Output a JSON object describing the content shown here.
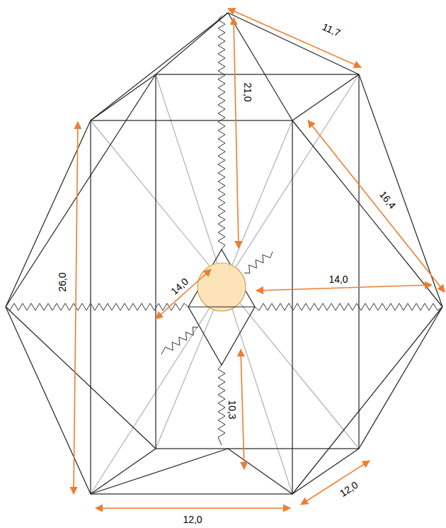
{
  "diagram": {
    "labels": [
      "11,7",
      "21,0",
      "16,4",
      "26,0",
      "14,0",
      "14,0",
      "10,3",
      "12,0",
      "12,0"
    ]
  }
}
